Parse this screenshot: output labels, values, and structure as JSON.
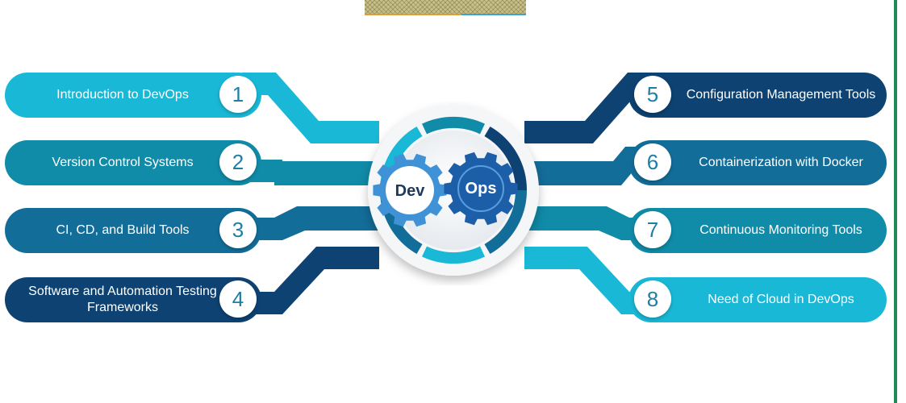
{
  "topics": [
    {
      "number": "1",
      "label": "Introduction to DevOps",
      "color": "#19b8d6"
    },
    {
      "number": "2",
      "label": "Version Control Systems",
      "color": "#108ba8"
    },
    {
      "number": "3",
      "label": "CI, CD, and Build Tools",
      "color": "#136d99"
    },
    {
      "number": "4",
      "label": "Software and Automation Testing Frameworks",
      "color": "#0d4272"
    },
    {
      "number": "5",
      "label": "Configuration Management Tools",
      "color": "#0d4272"
    },
    {
      "number": "6",
      "label": "Containerization with Docker",
      "color": "#136d99"
    },
    {
      "number": "7",
      "label": "Continuous Monitoring Tools",
      "color": "#108ba8"
    },
    {
      "number": "8",
      "label": "Need of Cloud in DevOps",
      "color": "#19b8d6"
    }
  ],
  "hub": {
    "left_gear_label": "Dev",
    "right_gear_label": "Ops",
    "left_gear_color": "#3f92d6",
    "right_gear_color": "#1d5ea8"
  }
}
